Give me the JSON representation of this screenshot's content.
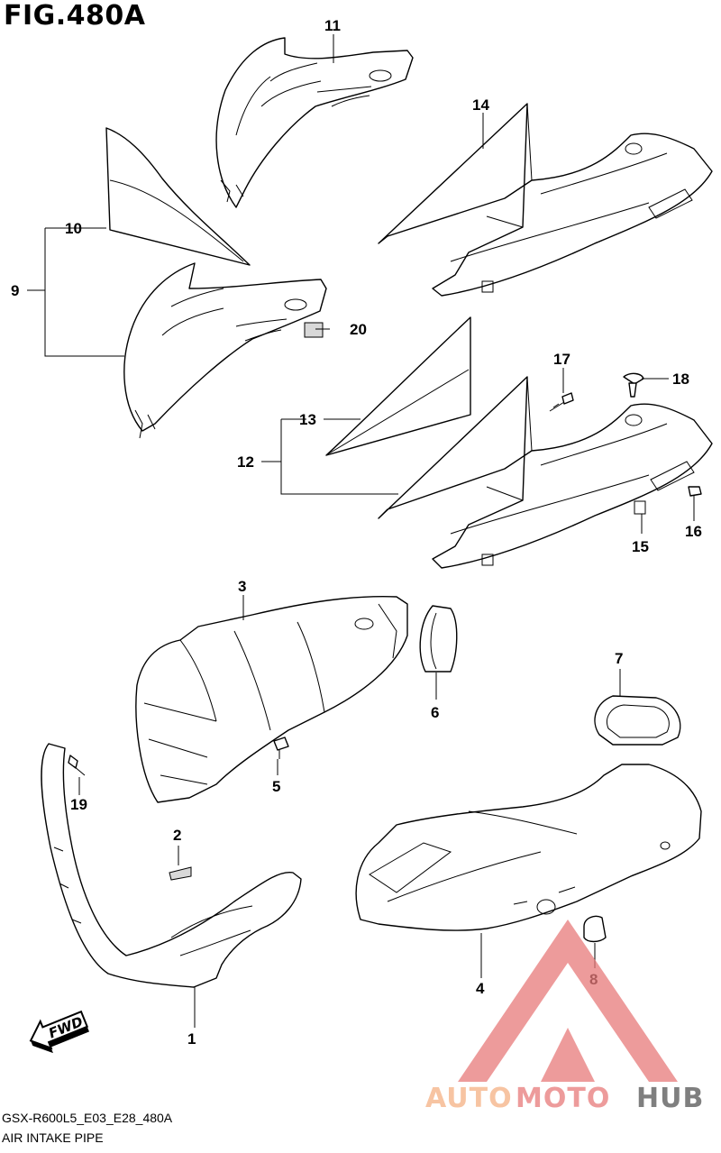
{
  "figure": {
    "title": "FIG.480A",
    "model_code": "GSX-R600L5_E03_E28_480A",
    "section_name": "AIR INTAKE PIPE"
  },
  "direction_badge": "FWD",
  "callouts": [
    {
      "id": "c1",
      "label": "1"
    },
    {
      "id": "c2",
      "label": "2"
    },
    {
      "id": "c3",
      "label": "3"
    },
    {
      "id": "c4",
      "label": "4"
    },
    {
      "id": "c5",
      "label": "5"
    },
    {
      "id": "c6",
      "label": "6"
    },
    {
      "id": "c7",
      "label": "7"
    },
    {
      "id": "c8",
      "label": "8"
    },
    {
      "id": "c9",
      "label": "9"
    },
    {
      "id": "c10",
      "label": "10"
    },
    {
      "id": "c11",
      "label": "11"
    },
    {
      "id": "c12",
      "label": "12"
    },
    {
      "id": "c13",
      "label": "13"
    },
    {
      "id": "c14",
      "label": "14"
    },
    {
      "id": "c15",
      "label": "15"
    },
    {
      "id": "c16",
      "label": "16"
    },
    {
      "id": "c17",
      "label": "17"
    },
    {
      "id": "c18",
      "label": "18"
    },
    {
      "id": "c19",
      "label": "19"
    },
    {
      "id": "c20",
      "label": "20"
    }
  ],
  "watermark": {
    "part_auto": "AUTO",
    "part_moto": "MOTO",
    "part_hub": "HUB",
    "color_orange": "#f5b183",
    "color_red": "#e87a7a",
    "color_gray": "#555555"
  }
}
